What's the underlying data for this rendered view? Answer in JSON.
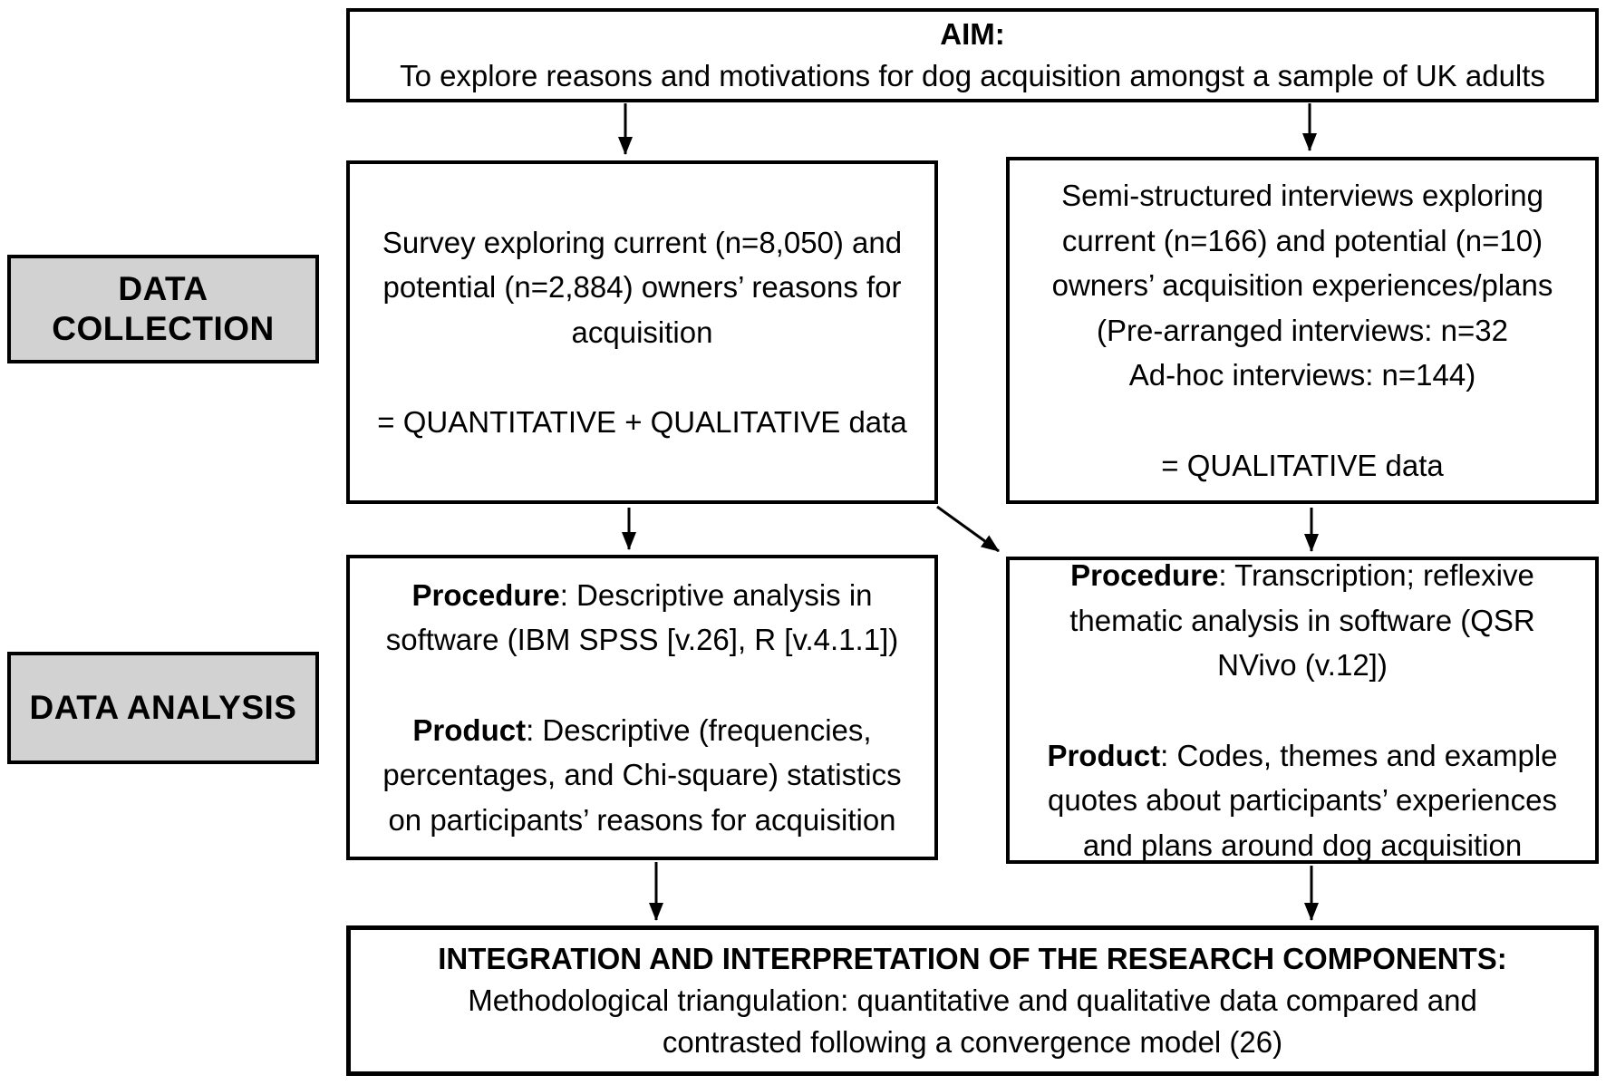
{
  "figure": {
    "aim": {
      "heading": "AIM:",
      "text": "To explore reasons and motivations for dog acquisition amongst a sample of UK adults"
    },
    "row_labels": {
      "collection": "DATA COLLECTION",
      "analysis": "DATA ANALYSIS"
    },
    "survey": {
      "description_lines": [
        "Survey exploring current (n=8,050) and",
        "potential (n=2,884) owners’ reasons for",
        "acquisition"
      ],
      "data_type": "= QUANTITATIVE + QUALITATIVE data"
    },
    "interviews": {
      "description_lines": [
        "Semi-structured interviews exploring",
        "current (n=166) and potential (n=10)",
        "owners’ acquisition experiences/plans",
        "(Pre-arranged interviews: n=32",
        "Ad-hoc interviews: n=144)"
      ],
      "data_type": "= QUALITATIVE data"
    },
    "survey_analysis": {
      "procedure_label": "Procedure",
      "procedure_lines": [
        ": Descriptive analysis in",
        "software (IBM SPSS [v.26], R [v.4.1.1])"
      ],
      "product_label": "Product",
      "product_lines": [
        ": Descriptive (frequencies,",
        "percentages, and Chi-square) statistics",
        "on participants’ reasons for acquisition"
      ]
    },
    "interview_analysis": {
      "procedure_label": "Procedure",
      "procedure_lines": [
        ": Transcription; reflexive",
        "thematic analysis in software (QSR",
        "NVivo (v.12])"
      ],
      "product_label": "Product",
      "product_lines": [
        ": Codes, themes and example",
        "quotes about participants’ experiences",
        "and plans around dog acquisition"
      ]
    },
    "integration": {
      "heading": "INTEGRATION AND INTERPRETATION OF THE RESEARCH COMPONENTS:",
      "text_lines": [
        "Methodological triangulation: quantitative and qualitative data compared and",
        "contrasted following a convergence model (26)"
      ]
    },
    "colors": {
      "background": "#ffffff",
      "box_fill": "#ffffff",
      "label_fill": "#d2d2d2",
      "line": "#000000",
      "text": "#000000"
    }
  }
}
